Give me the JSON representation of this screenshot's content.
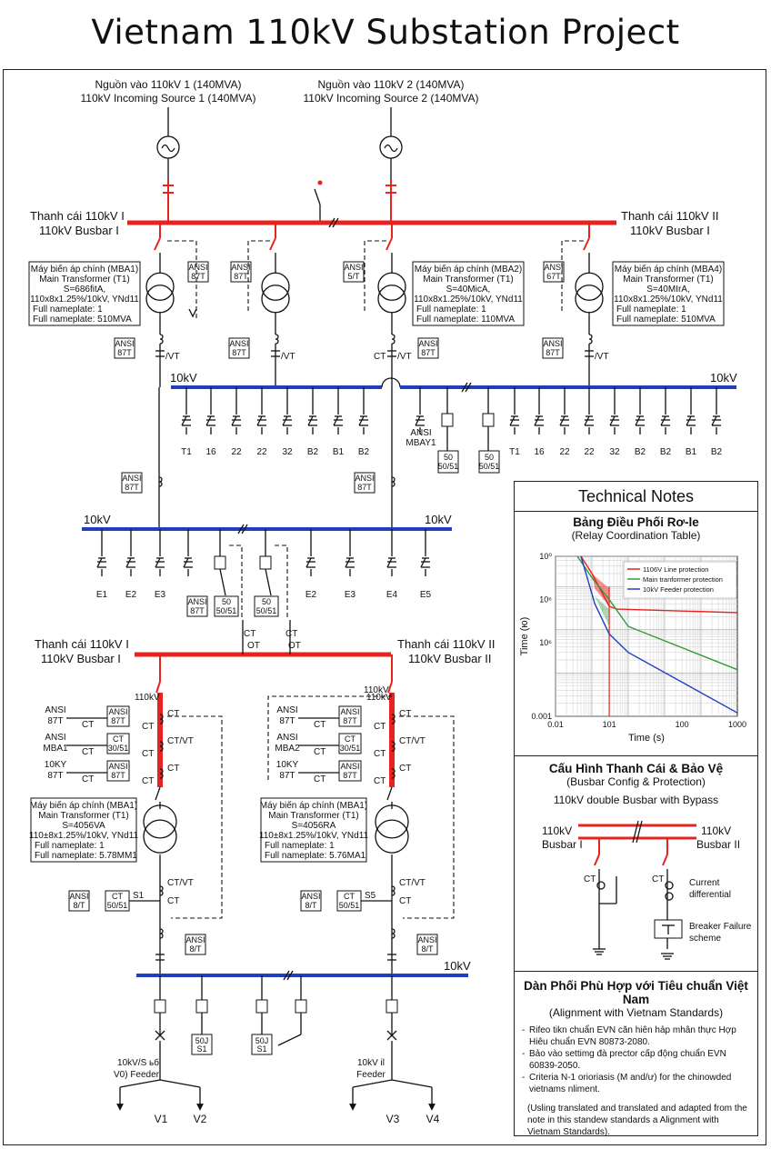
{
  "title": "Vietnam 110kV Substation Project",
  "sources": [
    {
      "vn": "Nguồn vào 110kV 1 (140MVA)",
      "en": "110kV Incoming Source 1 (140MVA)"
    },
    {
      "vn": "Nguồn vào 110kV 2 (140MVA)",
      "en": "110kV Incoming Source 2 (140MVA)"
    }
  ],
  "busbars": {
    "top_left": {
      "vn": "Thanh cái 110kV I",
      "en": "110kV Busbar I"
    },
    "top_right": {
      "vn": "Thanh cái 110kV II",
      "en": "110kV Busbar I"
    },
    "mid_left": {
      "vn": "Thanh cái 110kV I",
      "en": "110kV Busbar I"
    },
    "mid_right": {
      "vn": "Thanh cái 110kV II",
      "en": "110kV Busbar II"
    },
    "bus10_label": "10kV"
  },
  "transformers": [
    {
      "l1": "Máy biến áp chính (MBA1)",
      "l2": "Main Transformer (T1)",
      "l3": "S=686fitA,",
      "l4": "110x8x1.25%/10kV, YNd11",
      "l5": "Full nameplate: 1",
      "l6": "Full nameplate: 510MVA"
    },
    {
      "l1": "Máy biến áp chính (MBA2)",
      "l2": "Main Transformer (T1)",
      "l3": "S=40MicA,",
      "l4": "110x8x1.25%/10kV, YNd11",
      "l5": "Full nameplate: 1",
      "l6": "Full nameplate: 110MVA"
    },
    {
      "l1": "Máy biến áp chính (MBA4)",
      "l2": "Main Transformer (T1)",
      "l3": "S=40MIrA,",
      "l4": "110x8x1.25%/10kV, YNd11",
      "l5": "Full nameplate: 1",
      "l6": "Full nameplate: 510MVA"
    },
    {
      "l1": "Máy biến áp chính (MBA1)",
      "l2": "Main Transformer (T1)",
      "l3": "S=4056VA",
      "l4": "110±8x1.25%/10kV, YNd11",
      "l5": "Full nameplate: 1",
      "l6": "Full nameplate: 5.78MM1"
    },
    {
      "l1": "Máy biến áp chính (MBA1)",
      "l2": "Main Transformer (T1)",
      "l3": "S=4056RA",
      "l4": "110±8x1.25%/10kV, YNd11",
      "l5": "Full nameplate: 1",
      "l6": "Full nameplate: 5.76MA1"
    }
  ],
  "relay": {
    "ansi": "ANSI",
    "r87t": "87T",
    "r8t": "8/T",
    "r67t": "67T",
    "r5t": "5/T",
    "r50": "50",
    "r5051": "50/51",
    "r3051": "30/51",
    "mbay": "MBAY1",
    "s51": "S1",
    "s50j": "50J"
  },
  "labels": {
    "ct": "CT",
    "vt": "/VT",
    "ctvt": "CT/VT",
    "ot": "OT",
    "kv110": "110kV",
    "s1": "S1",
    "s5": "S5",
    "ansi87": "ANSI\n87T",
    "ansi_mba1": "ANSI\nMBA1",
    "kv10_87": "10KY\n87T",
    "ansi_mba2": "ANSI\nMBA2",
    "kv10b": "10kV"
  },
  "feeders_row1_left": [
    "T1",
    "16",
    "22",
    "22",
    "32",
    "B2",
    "B1",
    "B2"
  ],
  "feeders_row1_right": [
    "T1",
    "16",
    "22",
    "22",
    "32",
    "B2",
    "B2",
    "B1",
    "B2"
  ],
  "feeders_row2_left": [
    "E1",
    "E2",
    "E3"
  ],
  "feeders_row2_right": [
    "E2",
    "E3",
    "E4",
    "E5"
  ],
  "outgoing": {
    "left_l1": "10kV/S ьб",
    "left_l2": "V0) Feeder",
    "right_l1": "10kV il",
    "right_l2": "Feeder",
    "v1": "V1",
    "v2": "V2",
    "v3": "V3",
    "v4": "V4"
  },
  "notes": {
    "header": "Technical Notes",
    "relay_title": "Bảng Điều Phối Rơ-le",
    "relay_sub": "(Relay Coordination Table)",
    "busbar_title": "Cấu Hình Thanh Cái & Bảo Vệ",
    "busbar_sub": "(Busbar Config & Protection)",
    "busbar_desc": "110kV double Busbar with Bypass",
    "bb_left": "110kV\nBusbar I",
    "bb_right": "110kV\nBusbar II",
    "bb_ct": "CT",
    "bb_current": "Current\ndifferential",
    "bb_breaker": "Breaker Failure\nscheme",
    "align_title": "Dàn Phối Phù Hợp với Tiêu chuẩn Việt Nam",
    "align_sub": "(Alignment with Vietnam Standards)",
    "items": [
      "Rifeo tikn chuẩn EVN căn hiên hảp mhân thực Hợp Hiêu chuẩn EVN 80873-2080.",
      "Bảo vào settimg đà prector cấp động chuẩn EVN 60839-2050.",
      "Criteria N-1 orioriasis (M and/ư) for the chinowded vietnams nliment."
    ],
    "footnote": "(Usling translated and translated and adapted from the note in this standew standards a Alignment with Vietnam Standards)."
  },
  "chart_data": {
    "type": "line",
    "title": "",
    "xlabel": "Time (s)",
    "ylabel": "Time (ю)",
    "xscale": "log",
    "yscale": "log",
    "xticks": [
      "0.01",
      "101",
      "100",
      "1000"
    ],
    "yticks": [
      "10⁰",
      "10⁶",
      "10⁶",
      "0.001"
    ],
    "legend_position": "top-right",
    "grid": true,
    "series": [
      {
        "name": "1106V Line protection",
        "color": "#e8231f",
        "points": [
          [
            0.05,
            5
          ],
          [
            0.1,
            2
          ],
          [
            0.3,
            0.35
          ],
          [
            0.5,
            0.3
          ],
          [
            1000,
            0.25
          ]
        ]
      },
      {
        "name": "Main tranformer protection",
        "color": "#2f9a3a",
        "points": [
          [
            0.04,
            5
          ],
          [
            0.1,
            1.6
          ],
          [
            0.3,
            0.5
          ],
          [
            1,
            0.12
          ],
          [
            1000,
            0.012
          ]
        ]
      },
      {
        "name": "10kV Feeder protection",
        "color": "#1f3fbf",
        "points": [
          [
            0.05,
            5
          ],
          [
            0.12,
            0.4
          ],
          [
            0.3,
            0.08
          ],
          [
            1,
            0.03
          ],
          [
            1000,
            0.0012
          ]
        ]
      }
    ]
  },
  "colors": {
    "bus110": "#e8231f",
    "bus10": "#1f3fbf",
    "line": "#111111"
  }
}
